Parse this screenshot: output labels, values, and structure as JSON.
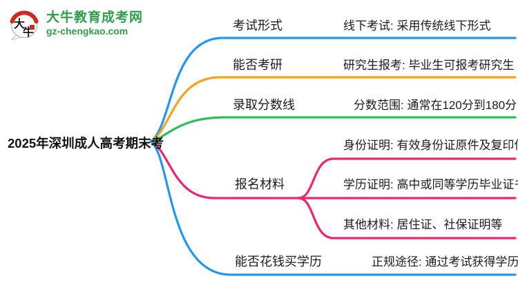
{
  "logo": {
    "icon_chars": [
      "大",
      "牛"
    ],
    "site_name": "大牛教育成考网",
    "site_url": "gz-chengkao.com"
  },
  "title": "2025年深圳成人高考期末考",
  "colors": {
    "blue": "#2196f3",
    "orange": "#f7a21a",
    "green": "#2ebd59",
    "pink": "#f0246f",
    "logo_green": "#2e9e4b",
    "logo_red": "#ce2a22",
    "text": "#1c1c1c"
  },
  "branches": [
    {
      "label": "考试形式",
      "color": "blue",
      "children": [
        {
          "text": "线下考试: 采用传统线下形式"
        }
      ]
    },
    {
      "label": "能否考研",
      "color": "orange",
      "children": [
        {
          "text": "研究生报考: 毕业生可报考研究生"
        }
      ]
    },
    {
      "label": "录取分数线",
      "color": "green",
      "children": [
        {
          "text": "分数范围: 通常在120分到180分"
        }
      ]
    },
    {
      "label": "报名材料",
      "color": "pink",
      "children": [
        {
          "text": "身份证明: 有效身份证原件及复印件"
        },
        {
          "text": "学历证明: 高中或同等学历毕业证书"
        },
        {
          "text": "其他材料: 居住证、社保证明等"
        }
      ]
    },
    {
      "label": "能否花钱买学历",
      "color": "blue",
      "children": [
        {
          "text": "正规途径: 通过考试获得学历"
        }
      ]
    }
  ]
}
